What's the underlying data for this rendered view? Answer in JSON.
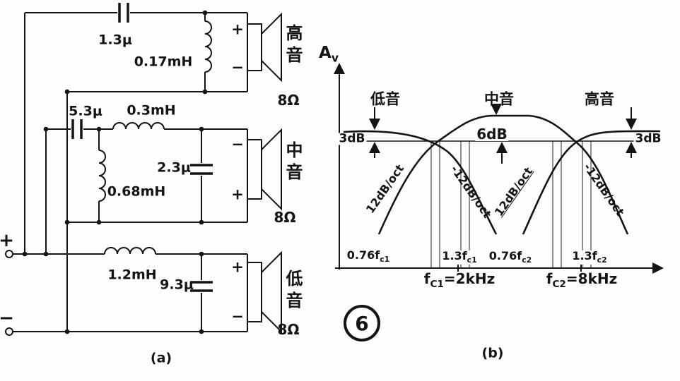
{
  "figure": {
    "circled_number": "6",
    "caption_a": "(a)",
    "caption_b": "(b)"
  },
  "circuit": {
    "input": {
      "plus": "+",
      "minus": "−"
    },
    "tweeter": {
      "cap": "1.3μ",
      "coil": "0.17mH",
      "plus": "+",
      "minus": "−",
      "name": "高音",
      "impedance": "8Ω"
    },
    "mid": {
      "cap": "5.3μ",
      "coil": "0.3mH",
      "shunt_cap": "2.3μ",
      "shunt_coil": "0.68mH",
      "minus": "−",
      "plus": "+",
      "name": "中音",
      "impedance": "8Ω"
    },
    "woofer": {
      "coil": "1.2mH",
      "shunt_cap": "9.3μ",
      "plus": "+",
      "minus": "−",
      "name": "低音",
      "impedance": "8Ω"
    }
  },
  "plot": {
    "y_axis": {
      "pre": "A",
      "sub": "v"
    },
    "labels": {
      "low": "低音",
      "mid": "中音",
      "high": "高音"
    },
    "db": {
      "left": "3dB",
      "center": "6dB",
      "right": "3dB"
    },
    "slopes": {
      "s1": "12dB/oct",
      "s2": "-12dB/oct",
      "s3": "12dB/oct",
      "s4": "-12dB/oct"
    },
    "x_marks": [
      {
        "pre": "0.76f",
        "sub": "c1"
      },
      {
        "pre": "1.3f",
        "sub": "c1"
      },
      {
        "pre": "0.76f",
        "sub": "c2"
      },
      {
        "pre": "1.3f",
        "sub": "c2"
      }
    ],
    "fc": [
      {
        "pre": "f",
        "sub": "C1",
        "eq": "=2kHz"
      },
      {
        "pre": "f",
        "sub": "C2",
        "eq": "=8kHz"
      }
    ]
  }
}
